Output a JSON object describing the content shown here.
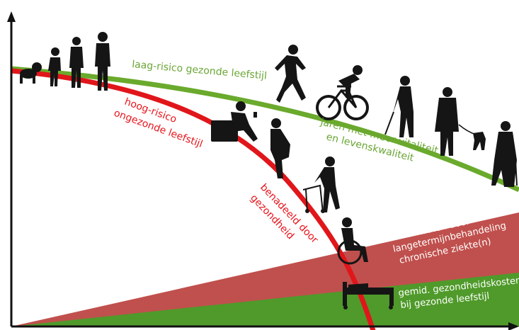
{
  "labels": {
    "green_curve": "laag-risico gezonde leefstijl",
    "red_curve_line1": "hoog-risico",
    "red_curve_line2": "ongezonde leefstijl",
    "vitality_line1": "jaren met meer vitaliteit",
    "vitality_line2": "en levenskwaliteit",
    "disadvantaged_line1": "benadeeld door",
    "disadvantaged_line2": "gezondheid",
    "extra_costs_line1": "extra kosten door",
    "extra_costs_line2": "langetermijnbehandeling",
    "extra_costs_line3": "chronische ziekte(n)",
    "avg_costs_line1": "gemid. gezondheidskosten",
    "avg_costs_line2": "bij gezonde leefstijl"
  },
  "colors": {
    "green": "#6aaa2c",
    "green_band": "#4f9a2a",
    "red": "#e0161b",
    "red_band": "#c0504d",
    "red_text": "#e8131a",
    "green_text": "#6aa634",
    "silhouette": "#151515",
    "axis": "#111111"
  },
  "icons": {
    "axis_arrows": "arrow-icon",
    "figures": [
      "baby-crawling-icon",
      "child-standing-icon",
      "teen-standing-icon",
      "adult-standing-icon",
      "runner-icon",
      "cyclist-icon",
      "golfer-icon",
      "dog-walker-icon",
      "elderly-with-cane-icon",
      "person-sitting-with-beer-icon",
      "overweight-person-icon",
      "person-with-walker-icon",
      "person-in-wheelchair-icon",
      "hospital-bed-icon"
    ]
  }
}
